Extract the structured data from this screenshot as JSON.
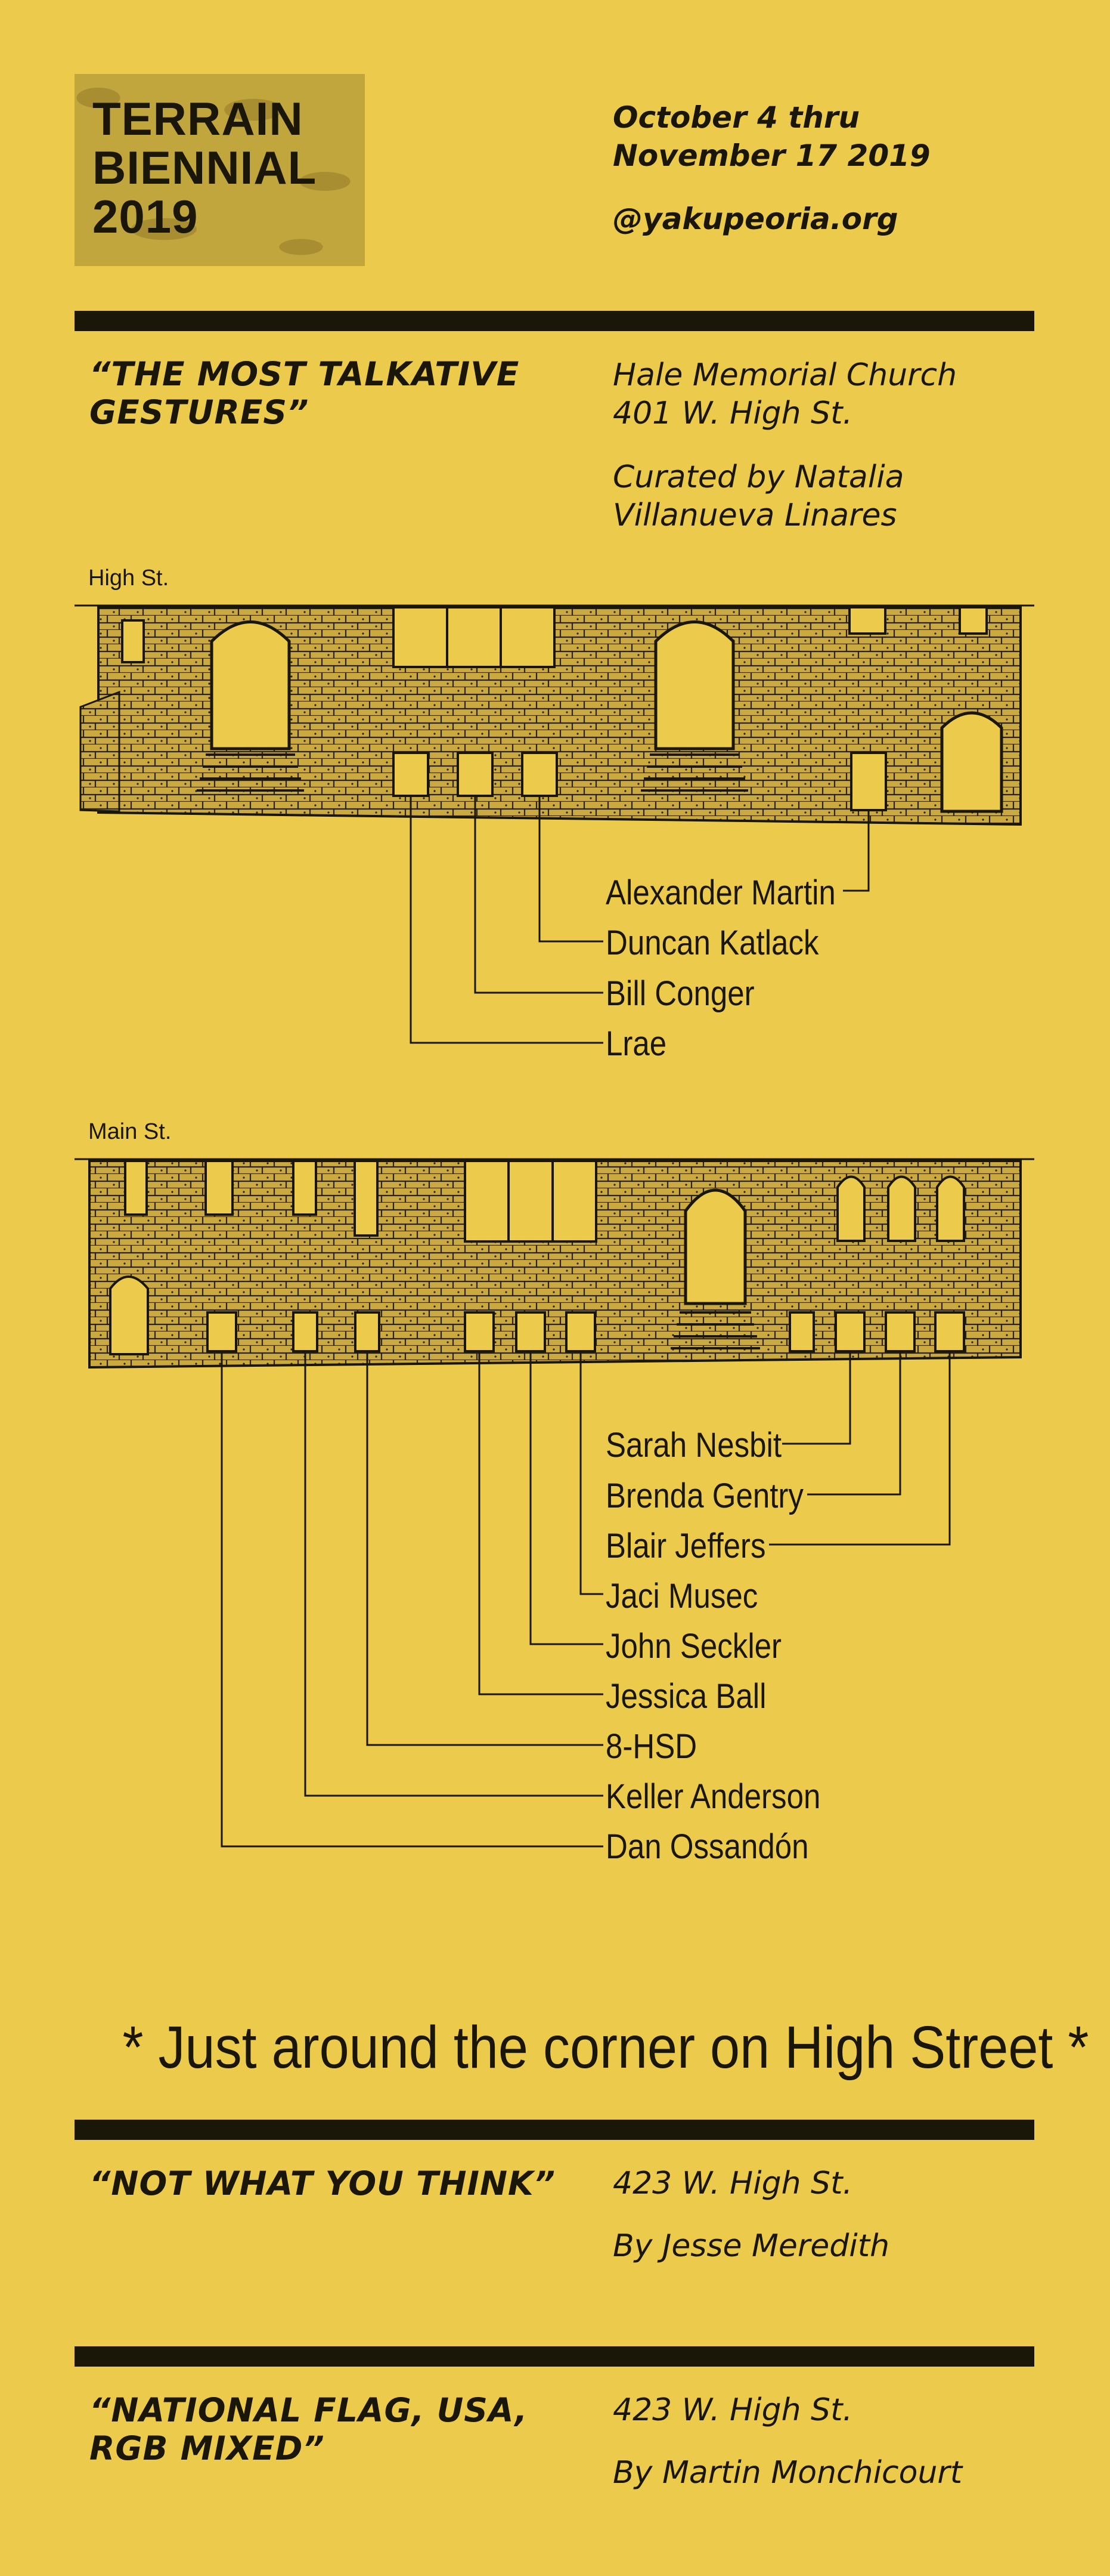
{
  "logo": {
    "line1": "TERRAIN",
    "line2": "BIENNIAL",
    "line3": "2019"
  },
  "header": {
    "dates_line1": "October 4 thru",
    "dates_line2": "November 17 2019",
    "website": "@yakupeoria.org"
  },
  "exhibit1": {
    "title_line1": "“THE MOST TALKATIVE",
    "title_line2": "GESTURES”",
    "venue_line1": "Hale Memorial Church",
    "venue_line2": "401 W. High St.",
    "curator_line1": "Curated by Natalia",
    "curator_line2": "Villanueva Linares"
  },
  "high_street": {
    "label": "High St.",
    "artists": [
      "Alexander Martin",
      "Duncan Katlack",
      "Bill Conger",
      "Lrae"
    ]
  },
  "main_street": {
    "label": "Main St.",
    "artists": [
      "Sarah Nesbit",
      "Brenda Gentry",
      "Blair Jeffers",
      "Jaci Musec",
      "John Seckler",
      "Jessica Ball",
      "8-HSD",
      "Keller Anderson",
      "Dan Ossandón"
    ]
  },
  "tagline": "* Just around the corner on High Street *",
  "exhibit2": {
    "title": "“NOT WHAT YOU THINK”",
    "address": "423 W. High St.",
    "artist": "By Jesse Meredith"
  },
  "exhibit3": {
    "title_line1": "“NATIONAL FLAG, USA,",
    "title_line2": "RGB MIXED”",
    "address": "423 W. High St.",
    "artist": "By Martin Monchicourt"
  },
  "colors": {
    "background": "#ECCB4C",
    "ink": "#1a1608",
    "logo_block": "#c1a53d"
  }
}
